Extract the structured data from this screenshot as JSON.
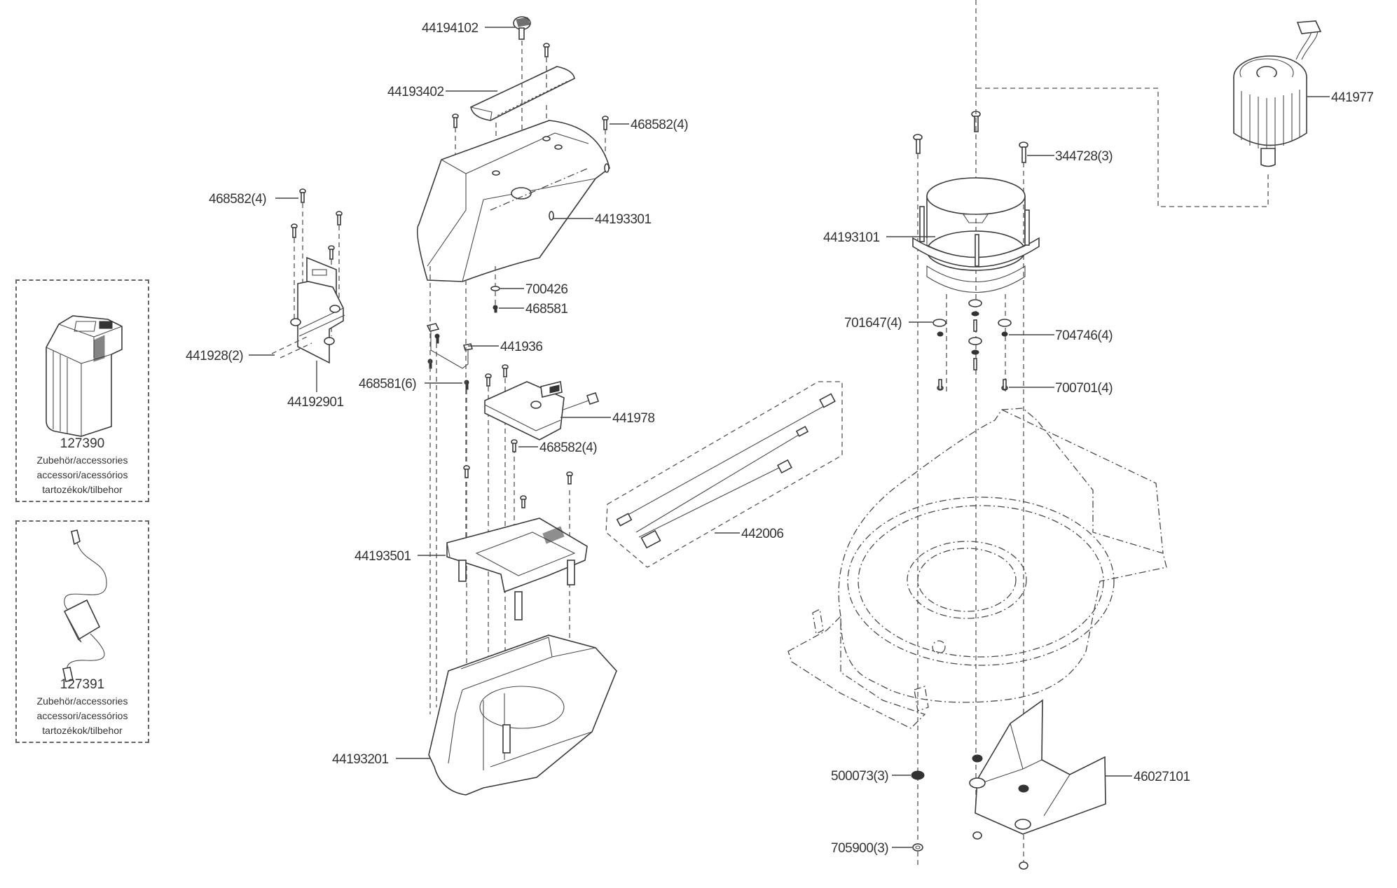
{
  "diagram": {
    "type": "exploded-parts-view",
    "parts": {
      "knob": "44194102",
      "top_cover": "44193402",
      "screw_top_right": "468582(4)",
      "upper_housing": "44193301",
      "screw_holder": "468582(4)",
      "washer_700426": "700426",
      "screw_468581": "468581",
      "bracket": "441936",
      "battery_holder_pins": "441928(2)",
      "battery_holder": "44192901",
      "screw_468581_6": "468581(6)",
      "control_board": "441978",
      "screw_board": "468582(4)",
      "wiring_harness": "442006",
      "electronics_frame": "44193501",
      "lower_housing": "44193201",
      "motor": "441977",
      "motor_bolts": "344728(3)",
      "motor_mount": "44193101",
      "washer_701647": "701647(4)",
      "washer_704746": "704746(4)",
      "screw_700701": "700701(4)",
      "grommet_500073": "500073(3)",
      "nut_705900": "705900(3)",
      "deflector": "46027101"
    },
    "accessories": [
      {
        "part_number": "127390",
        "icon": "battery-pack-icon",
        "desc_lines": [
          "Zubehör/accessories",
          "accessori/acessórios",
          "tartozékok/tilbehor"
        ]
      },
      {
        "part_number": "127391",
        "icon": "charger-icon",
        "desc_lines": [
          "Zubehör/accessories",
          "accessori/acessórios",
          "tartozékok/tilbehor"
        ]
      }
    ]
  }
}
